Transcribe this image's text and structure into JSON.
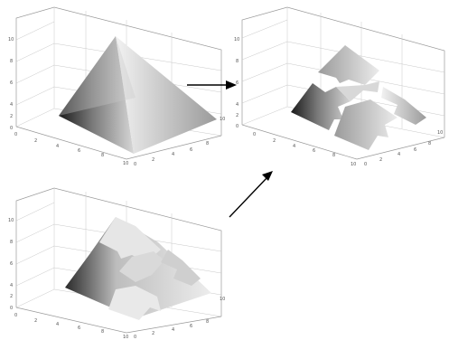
{
  "colors": {
    "background": "#ffffff",
    "grid": "#c8c8c8",
    "surface_dark": "#1e1e1e",
    "surface_light": "#f4f4f4",
    "arrow": "#000000"
  },
  "panels": {
    "top_left": {
      "z_ticks": [
        "10",
        "8",
        "6",
        "4",
        "2",
        "0"
      ],
      "x_ticks": [
        "0",
        "2",
        "4",
        "6",
        "8",
        "10"
      ],
      "y_ticks": [
        "0",
        "2",
        "4",
        "6",
        "8",
        "10"
      ]
    },
    "top_right": {
      "z_ticks": [
        "10",
        "8",
        "6",
        "4",
        "2",
        "0"
      ],
      "x_ticks": [
        "0",
        "2",
        "4",
        "6",
        "8",
        "10"
      ],
      "y_ticks": [
        "0",
        "2",
        "4",
        "6",
        "8",
        "10"
      ]
    },
    "bottom_left": {
      "z_ticks": [
        "10",
        "8",
        "6",
        "4",
        "2",
        "0"
      ],
      "x_ticks": [
        "0",
        "2",
        "4",
        "6",
        "8",
        "10"
      ],
      "y_ticks": [
        "0",
        "2",
        "4",
        "6",
        "8",
        "10"
      ]
    }
  },
  "arrows": [
    {
      "id": "horizontal-arrow",
      "direction": "right"
    },
    {
      "id": "diagonal-arrow",
      "direction": "up-right"
    }
  ]
}
